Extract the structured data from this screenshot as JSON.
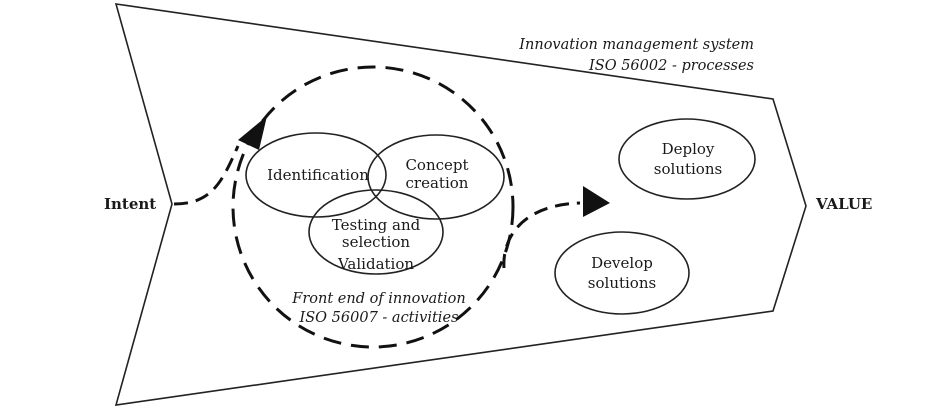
{
  "labels": {
    "intent": "Intent",
    "value": "VALUE",
    "ims_line1": "Innovation management system",
    "ims_line2": "ISO 56002 - processes",
    "feoi_line1": "Front end of innovation",
    "feoi_line2": "ISO 56007 - activities"
  },
  "nodes": {
    "identification": "Identification",
    "concept_line1": "Concept",
    "concept_line2": "creation",
    "testing_line1": "Testing and",
    "testing_line2": "selection",
    "validation": "Validation",
    "deploy_line1": "Deploy",
    "deploy_line2": "solutions",
    "develop_line1": "Develop",
    "develop_line2": "solutions"
  }
}
